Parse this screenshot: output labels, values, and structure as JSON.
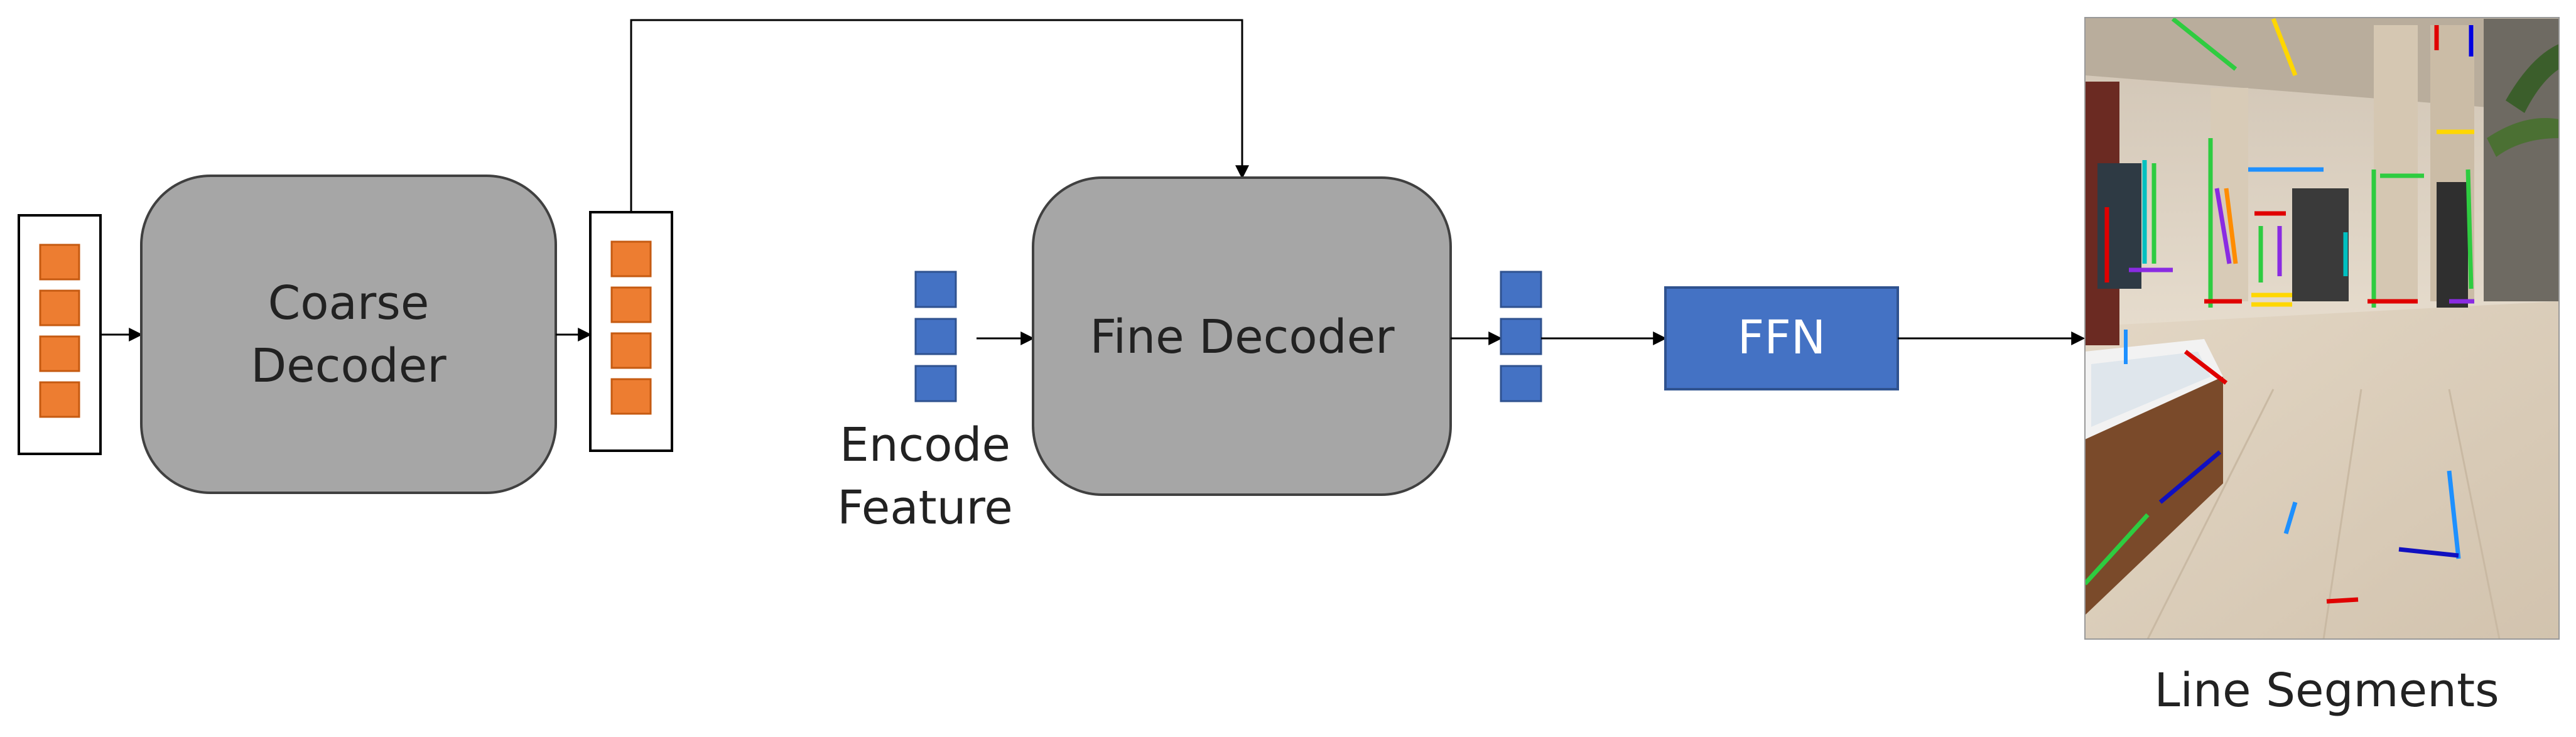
{
  "nodes": {
    "coarse_decoder": {
      "line1": "Coarse",
      "line2": "Decoder"
    },
    "fine_decoder": {
      "label": "Fine Decoder"
    },
    "ffn": {
      "label": "FFN"
    },
    "encode_feature": {
      "line1": "Encode",
      "line2": "Feature"
    },
    "output": {
      "label": "Line Segments"
    }
  },
  "colors": {
    "decoder_fill": "#a6a6a6",
    "query_orange": "#ed7d31",
    "feature_blue": "#4472c4",
    "ffn_blue": "#4472c4",
    "line": "#000000",
    "photo_wall": "#e8ddd0",
    "photo_floor": "#d9cbb8"
  },
  "icons": {
    "output_photo": "line-segments-photo-icon"
  }
}
